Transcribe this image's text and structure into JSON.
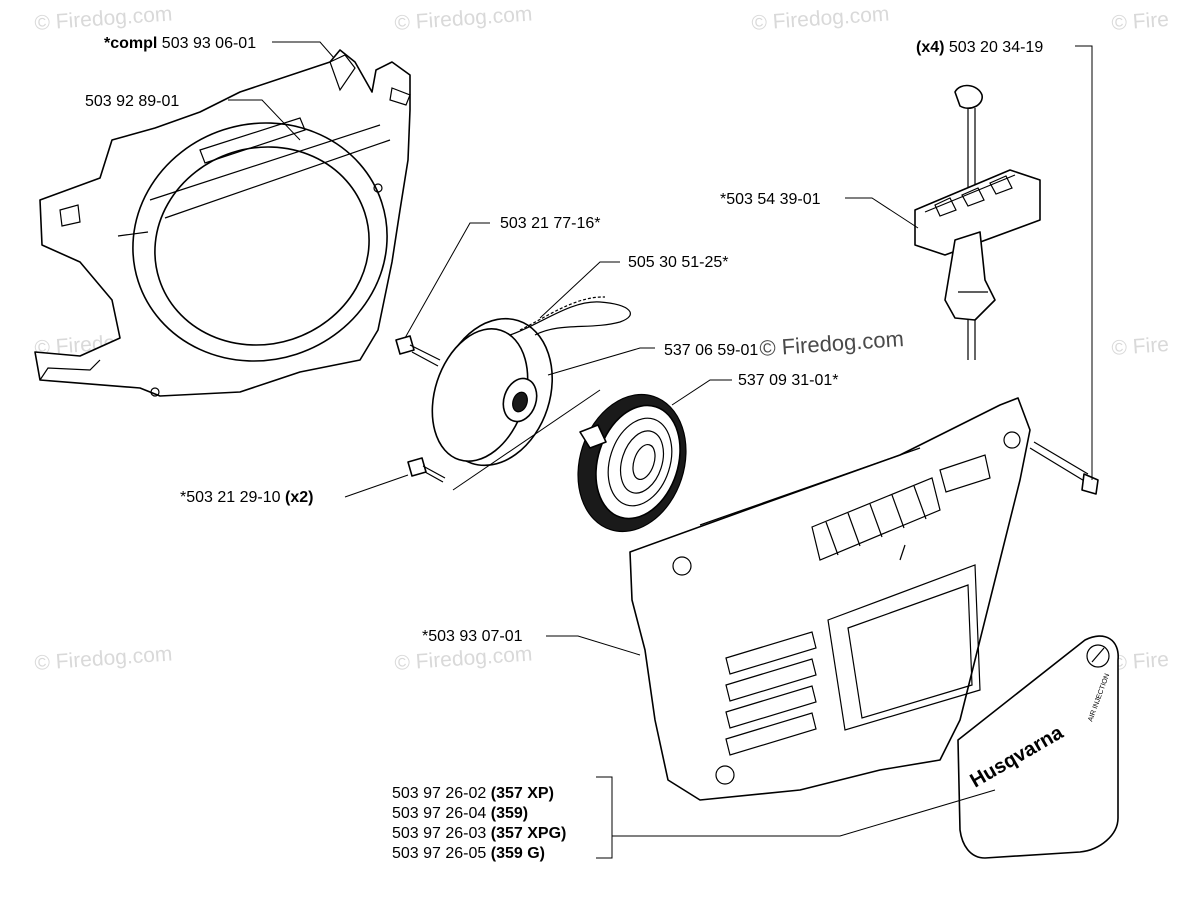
{
  "watermarks": [
    "© Firedog.com",
    "© Firedog.com",
    "© Firedog.com",
    "© Fire",
    "© Firedog.com",
    "© Fire",
    "© Firedog.com",
    "© Firedog.com",
    "© Fire"
  ],
  "center_watermark": "© Firedog.com",
  "labels": {
    "compl_prefix": "*compl",
    "compl_number": "503 93 06-01",
    "starter_housing": "503 92 89-01",
    "screw_top": "503 21 77-16*",
    "cord": "505 30 51-25*",
    "pulley": "537 06 59-01",
    "spring": "537 09 31-01*",
    "screw_x2_number": "*503 21 29-10",
    "screw_x2_qty": "(x2)",
    "screw_x4_qty": "(x4)",
    "screw_x4_number": "503 20 34-19",
    "handle": "*503 54 39-01",
    "cover": "*503 93 07-01"
  },
  "decal_rows": [
    {
      "number": "503 97 26-02",
      "model": "(357 XP)"
    },
    {
      "number": "503 97 26-04",
      "model": "(359)"
    },
    {
      "number": "503 97 26-03",
      "model": "(357 XPG)"
    },
    {
      "number": "503 97 26-05",
      "model": "(359 G)"
    }
  ],
  "decal": {
    "brand": "Husqvarna",
    "subtext": "AIR INJECTION"
  }
}
